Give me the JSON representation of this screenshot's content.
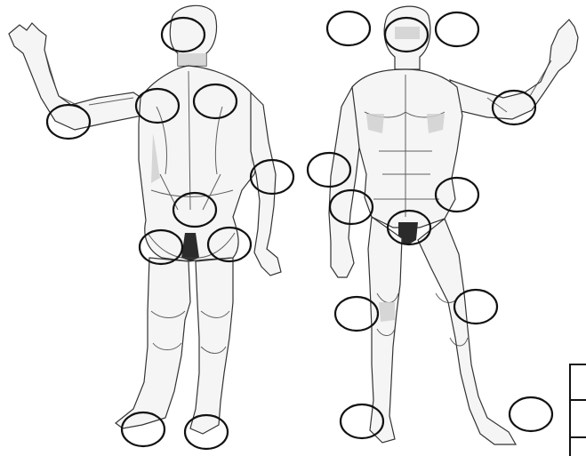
{
  "figure": {
    "views": [
      {
        "name": "posterior"
      },
      {
        "name": "anterior"
      }
    ],
    "region_markers": [
      {
        "id": "back-head"
      },
      {
        "id": "back-left-elbow"
      },
      {
        "id": "back-left-shoulder"
      },
      {
        "id": "back-right-shoulder"
      },
      {
        "id": "back-right-elbow"
      },
      {
        "id": "back-lower-back"
      },
      {
        "id": "back-left-buttock"
      },
      {
        "id": "back-right-buttock"
      },
      {
        "id": "back-left-heel"
      },
      {
        "id": "back-right-heel"
      },
      {
        "id": "front-beside-head-left"
      },
      {
        "id": "front-face"
      },
      {
        "id": "front-beside-head-right"
      },
      {
        "id": "front-left-elbow"
      },
      {
        "id": "front-right-forearm"
      },
      {
        "id": "front-right-hip"
      },
      {
        "id": "front-left-abdomen"
      },
      {
        "id": "front-groin"
      },
      {
        "id": "front-beside-right-knee"
      },
      {
        "id": "front-left-calf"
      },
      {
        "id": "front-beside-right-foot"
      },
      {
        "id": "front-beside-left-foot"
      }
    ]
  }
}
